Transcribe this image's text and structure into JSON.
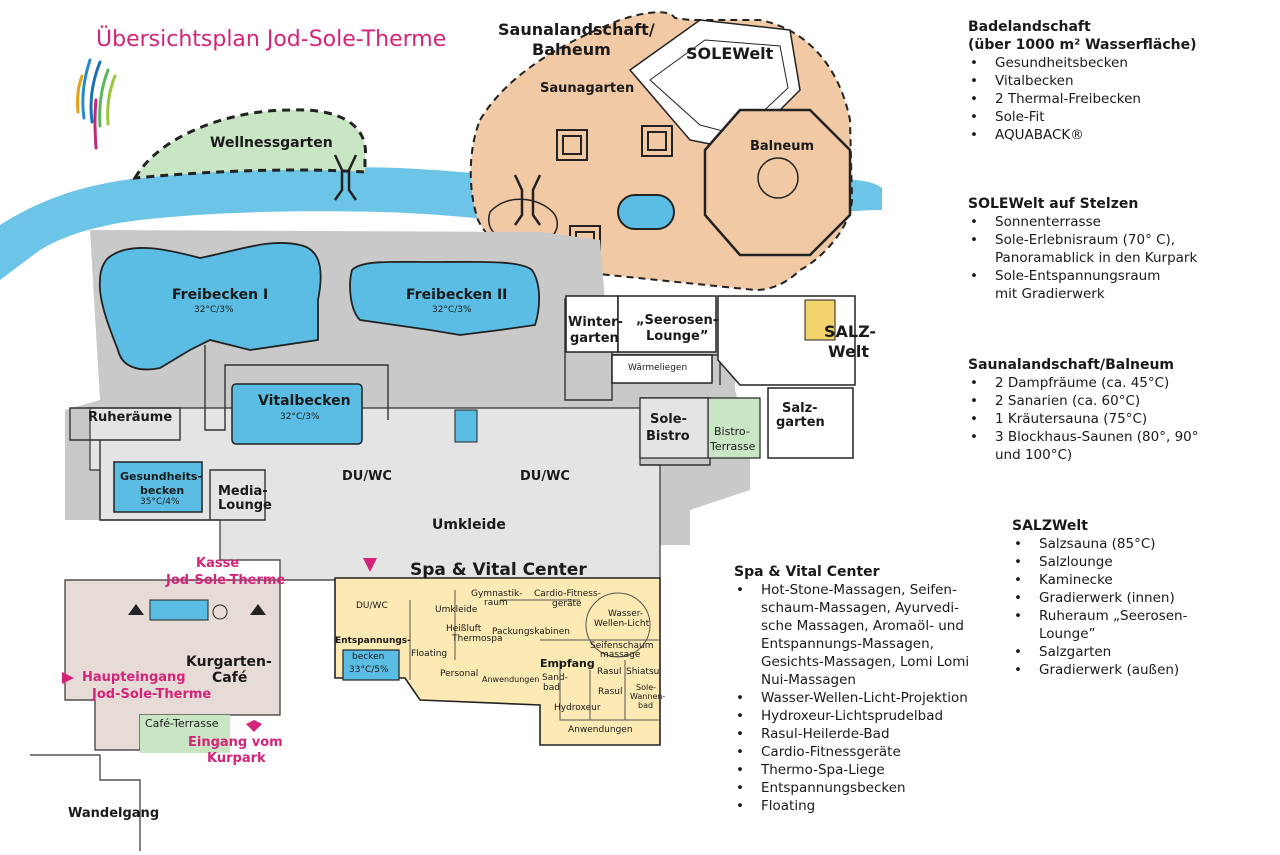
{
  "map": {
    "title": "Übersichtsplan Jod-Sole-Therme",
    "labels": {
      "wellnessgarten": "Wellnessgarten",
      "saunalandschaft": "Saunalandschaft/",
      "balneum_top": "Balneum",
      "solewelt": "SOLEWelt",
      "saunagarten": "Saunagarten",
      "balneum": "Balneum",
      "freibecken1": "Freibecken I",
      "freibecken1_temp": "32°C/3%",
      "freibecken2": "Freibecken II",
      "freibecken2_temp": "32°C/3%",
      "wintergarten_1": "Winter-",
      "wintergarten_2": "garten",
      "seerosen_1": "„Seerosen-",
      "seerosen_2": "Lounge”",
      "salzwelt_1": "SALZ-",
      "salzwelt_2": "Welt",
      "waermeliegen": "Wärmeliegen",
      "vitalbecken": "Vitalbecken",
      "vitalbecken_temp": "32°C/3%",
      "ruheraeume": "Ruheräume",
      "sole_bistro_1": "Sole-",
      "sole_bistro_2": "Bistro",
      "bistro_terrasse_1": "Bistro-",
      "bistro_terrasse_2": "Terrasse",
      "salzgarten_1": "Salz-",
      "salzgarten_2": "garten",
      "gesundheitsbecken_1": "Gesundheits-",
      "gesundheitsbecken_2": "becken",
      "gesundheitsbecken_temp": "35°C/4%",
      "media_lounge_1": "Media-",
      "media_lounge_2": "Lounge",
      "duwc_1": "DU/WC",
      "duwc_2": "DU/WC",
      "umkleide": "Umkleide",
      "kasse_1": "Kasse",
      "kasse_2": "Jod-Sole-Therme",
      "spa_vital": "Spa & Vital Center",
      "spa_duwc": "DU/WC",
      "spa_umkleide": "Umkleide",
      "gymnastikraum_1": "Gymnastik-",
      "gymnastikraum_2": "raum",
      "heissluft_1": "Heißluft",
      "heissluft_2": "Thermospa",
      "packungskabinen": "Packungskabinen",
      "cardio_1": "Cardio-Fitness-",
      "cardio_2": "geräte",
      "wasser_wellen_1": "Wasser-",
      "wasser_wellen_2": "Wellen-Licht",
      "seifenschaum_1": "Seifenschaum",
      "seifenschaum_2": "massage",
      "entspannungsbecken_1": "Entspannungs-",
      "entspannungsbecken_2": "becken",
      "entspannungsbecken_temp": "33°C/5%",
      "floating": "Floating",
      "personal": "Personal",
      "anwendungen_1": "Anwendungen",
      "sandbad_1": "Sand-",
      "sandbad_2": "bad",
      "empfang": "Empfang",
      "rasul_1": "Rasul",
      "rasul_2": "Rasul",
      "shiatsu": "Shiatsu",
      "sole_wannenbad_1": "Sole-",
      "sole_wannenbad_2": "Wannen-",
      "sole_wannenbad_3": "bad",
      "hydroxeur": "Hydroxeur",
      "anwendungen_2": "Anwendungen",
      "kurgarten_1": "Kurgarten-",
      "kurgarten_2": "Café",
      "cafe_terrasse": "Café-Terrasse",
      "haupteingang_1": "Haupteingang",
      "haupteingang_2": "Jod-Sole-Therme",
      "eingang_kurpark_1": "Eingang vom",
      "eingang_kurpark_2": "Kurpark",
      "wandelgang": "Wandelgang"
    },
    "colors": {
      "water": "#6cc4e6",
      "pool": "#5bbde3",
      "building": "#c9c9c9",
      "floor": "#e2e2e2",
      "sauna": "#f1c9a5",
      "spa": "#fce9b4",
      "garden": "#c9e6c4",
      "kurgarten": "#e7dbd8",
      "accent": "#d4247a"
    }
  },
  "legend": {
    "badelandschaft": {
      "title_1": "Badelandschaft",
      "title_2": "(über 1000 m² Wasserfläche)",
      "items": [
        "Gesundheitsbecken",
        "Vitalbecken",
        "2 Thermal-Freibecken",
        "Sole-Fit",
        "AQUABACK®"
      ]
    },
    "solewelt": {
      "title": "SOLEWelt auf Stelzen",
      "items": [
        "Sonnenterrasse",
        "Sole-Erlebnisraum (70° C),",
        "Sole-Entspannungsraum"
      ],
      "item2_cont": "Panoramablick in den Kurpark",
      "item3_cont": "mit Gradierwerk"
    },
    "sauna": {
      "title": "Saunalandschaft/Balneum",
      "items": [
        "2 Dampfräume (ca. 45°C)",
        "2 Sanarien (ca. 60°C)",
        "1 Kräutersauna (75°C)",
        "3 Blockhaus-Saunen (80°, 90°"
      ],
      "item4_cont": "und 100°C)"
    },
    "salzwelt": {
      "title": "SALZWelt",
      "items": [
        "Salzsauna (85°C)",
        "Salzlounge",
        "Kaminecke",
        "Gradierwerk (innen)",
        "Ruheraum „Seerosen-",
        "Salzgarten",
        "Gradierwerk (außen)"
      ],
      "item5_cont": "Lounge”"
    },
    "spa": {
      "title": "Spa & Vital Center",
      "item1": [
        "Hot-Stone-Massagen, Seifen-",
        "schaum-Massagen, Ayurvedi-",
        "sche Massagen, Aromaöl- und",
        "Entspannungs-Massagen,",
        "Gesichts-Massagen, Lomi Lomi",
        "Nui-Massagen"
      ],
      "items": [
        "Wasser-Wellen-Licht-Projektion",
        "Hydroxeur-Lichtsprudelbad",
        "Rasul-Heilerde-Bad",
        "Cardio-Fitnessgeräte",
        "Thermo-Spa-Liege",
        "Entspannungsbecken",
        "Floating"
      ]
    }
  }
}
